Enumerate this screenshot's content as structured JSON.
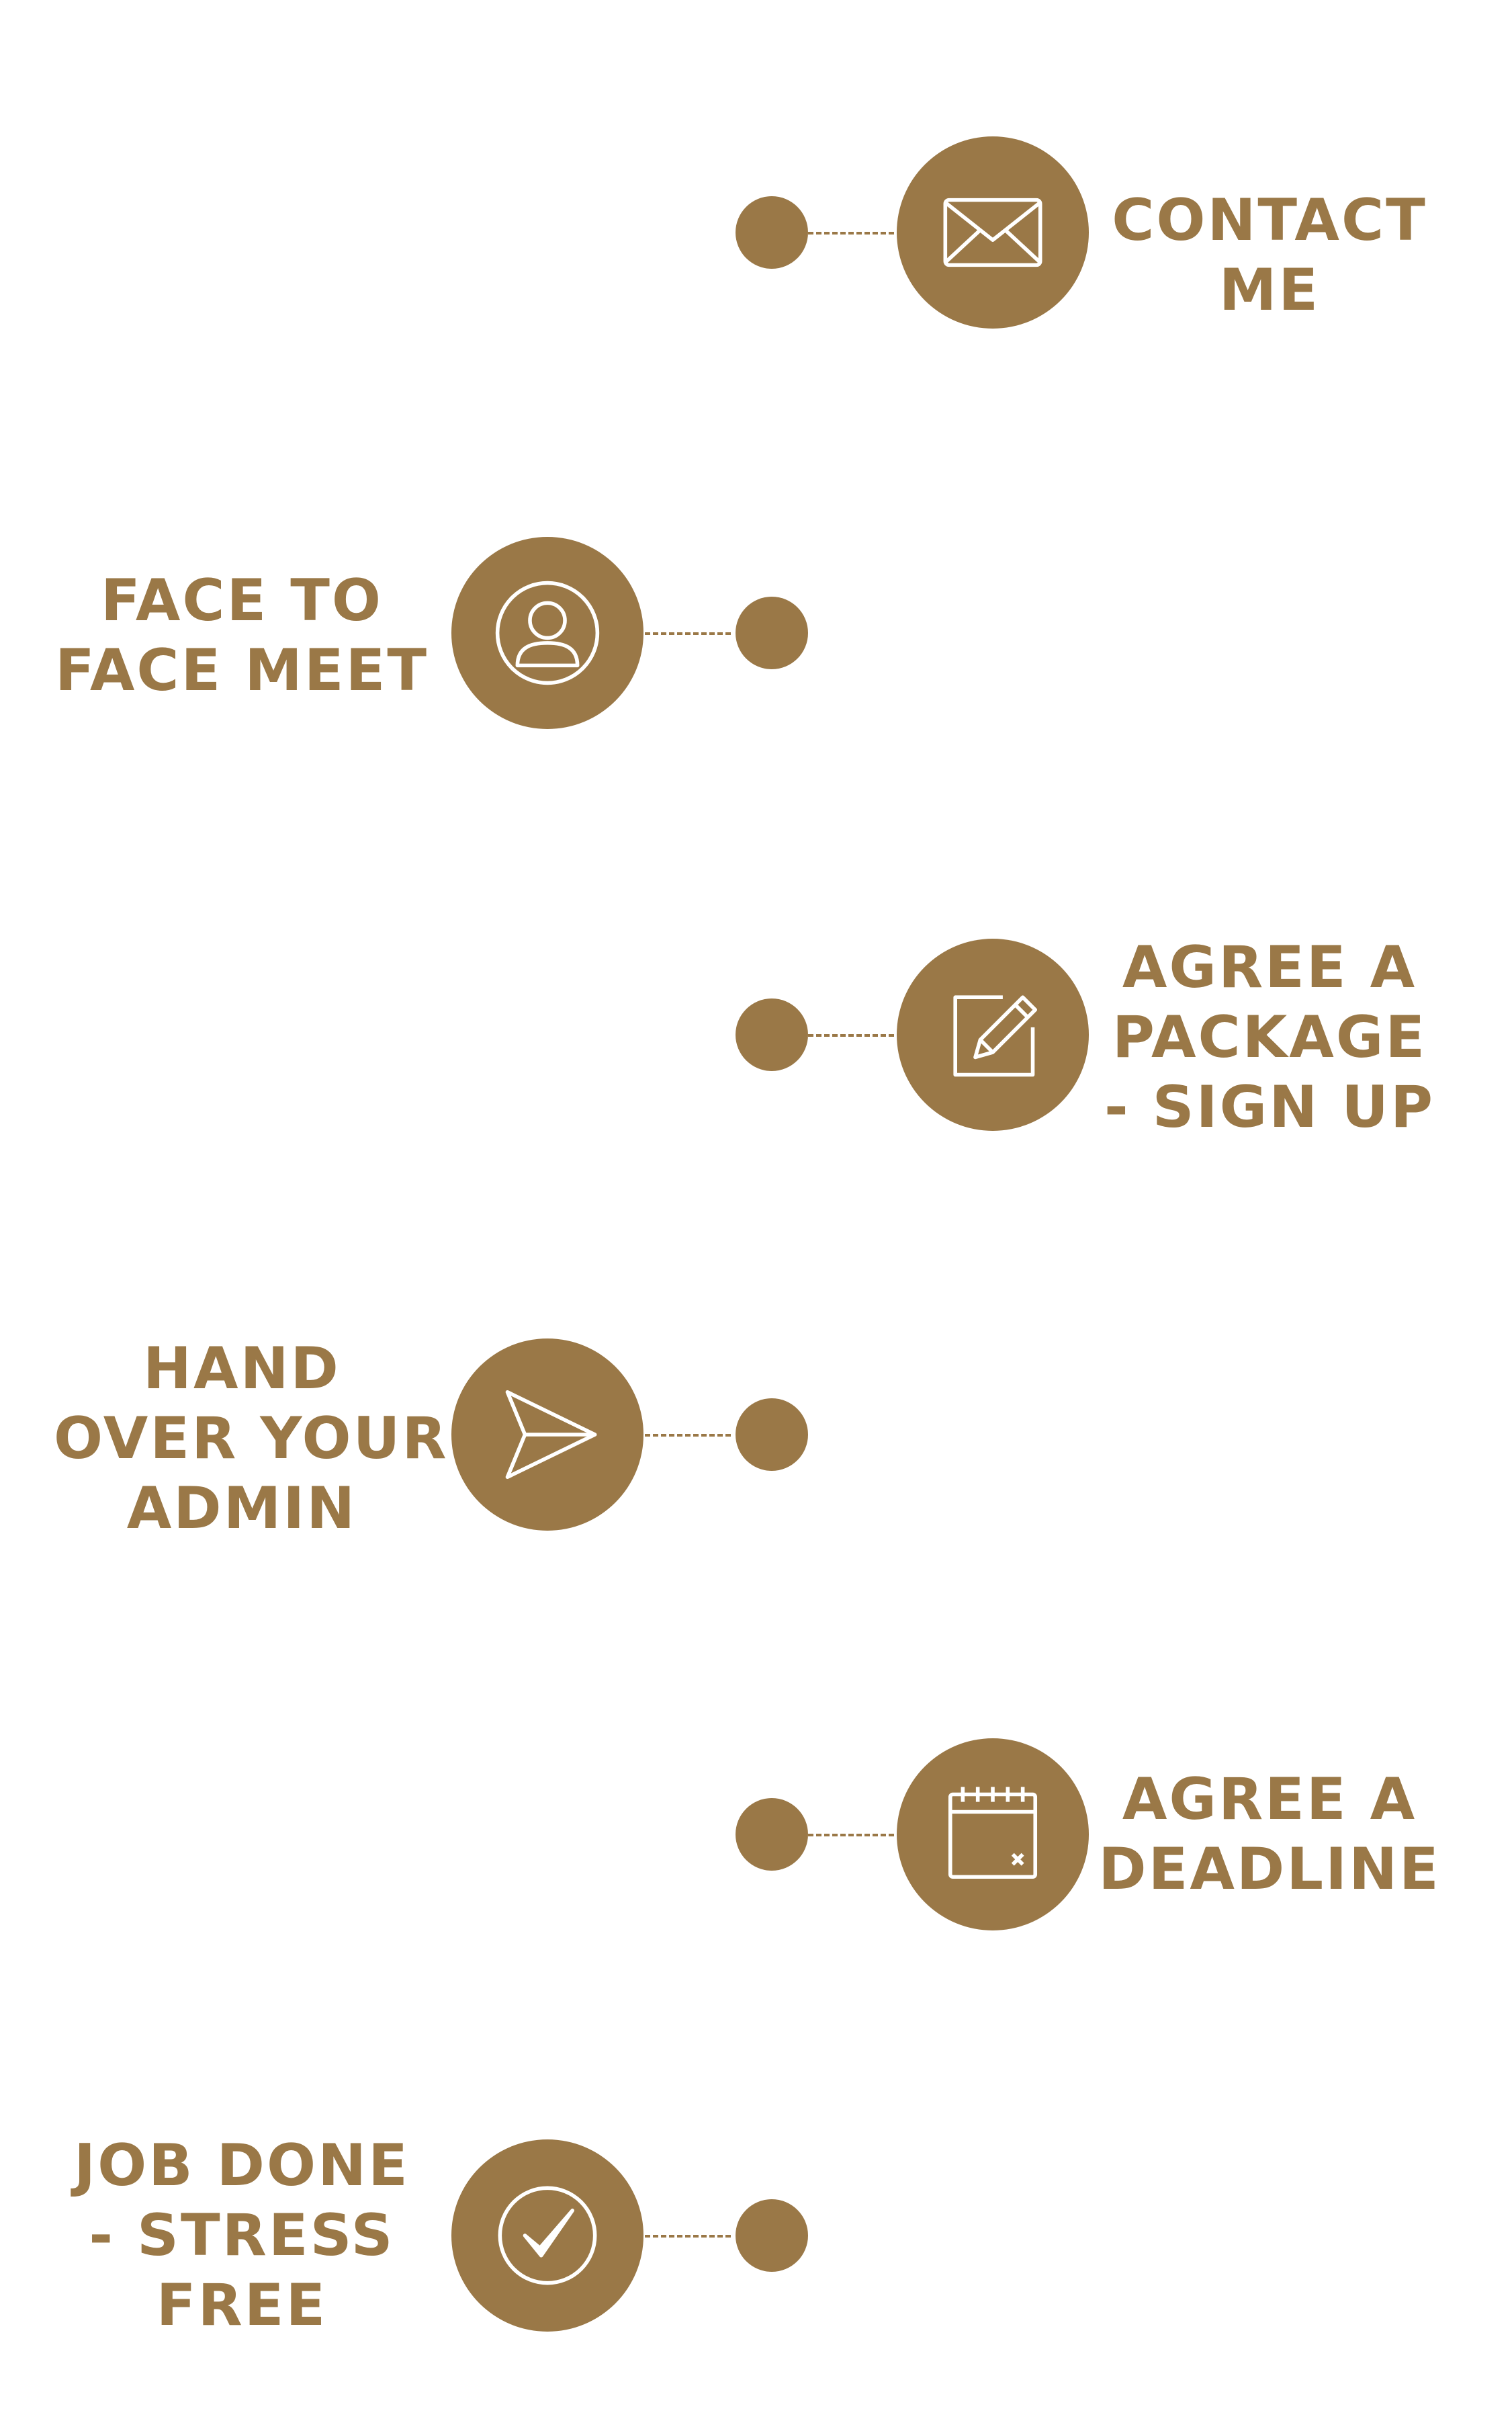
{
  "colors": {
    "accent": "#9a7847",
    "icon_stroke": "#ffffff",
    "background": "#ffffff"
  },
  "steps": [
    {
      "side": "right",
      "icon": "envelope-icon",
      "lines": [
        "CONTACT",
        "ME"
      ]
    },
    {
      "side": "left",
      "icon": "user-avatar-icon",
      "lines": [
        "FACE TO",
        "FACE MEET"
      ]
    },
    {
      "side": "right",
      "icon": "edit-pencil-icon",
      "lines": [
        "AGREE A",
        "PACKAGE",
        "- SIGN UP"
      ]
    },
    {
      "side": "left",
      "icon": "paper-plane-icon",
      "lines": [
        "HAND",
        "OVER YOUR",
        "ADMIN"
      ]
    },
    {
      "side": "right",
      "icon": "calendar-icon",
      "lines": [
        "AGREE A",
        "DEADLINE"
      ]
    },
    {
      "side": "left",
      "icon": "checkmark-icon",
      "lines": [
        "JOB DONE",
        "- STRESS",
        "FREE"
      ]
    }
  ]
}
